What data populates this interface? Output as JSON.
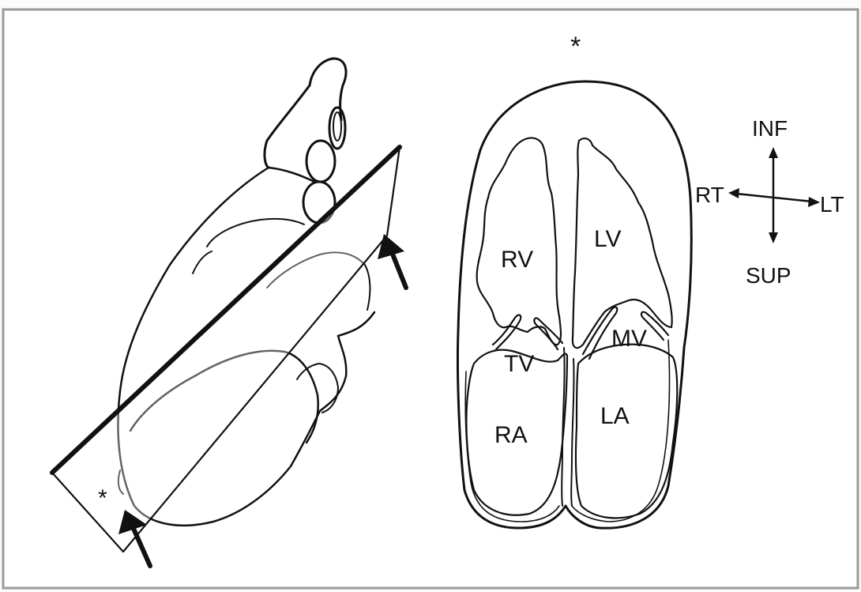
{
  "diagram": {
    "left_view": {
      "marker": "*"
    },
    "right_view": {
      "apex_marker": "*",
      "chambers": {
        "rv": "RV",
        "lv": "LV",
        "ra": "RA",
        "la": "LA"
      },
      "valves": {
        "tv": "TV",
        "mv": "MV"
      }
    },
    "orientation": {
      "inf": "INF",
      "sup": "SUP",
      "rt": "RT",
      "lt": "LT"
    }
  }
}
